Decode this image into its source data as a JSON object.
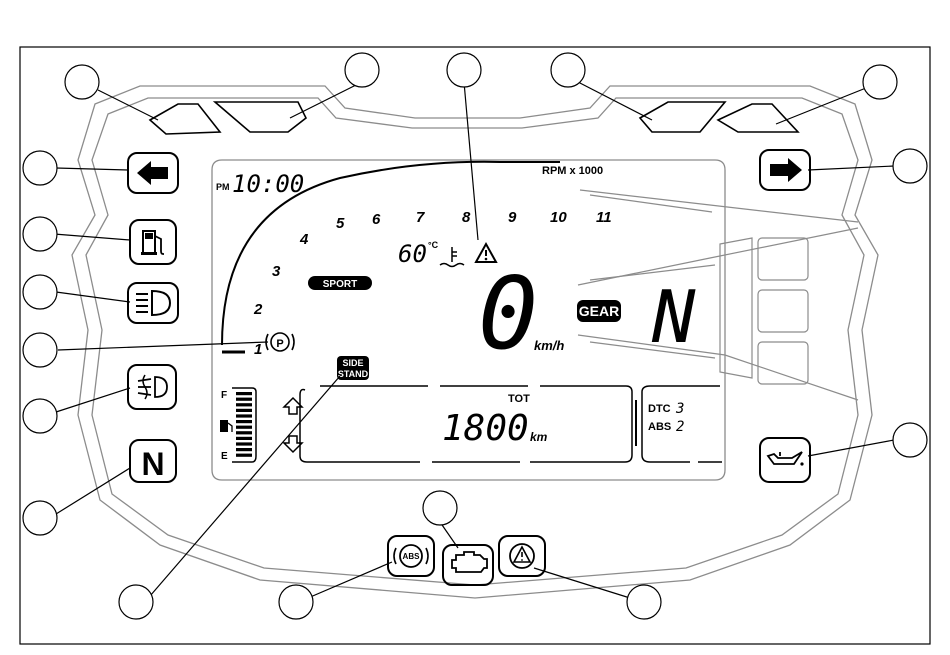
{
  "display": {
    "clock_prefix": "PM",
    "clock_time": "10:00",
    "rpm_scale_label": "RPM x 1000",
    "rpm_ticks": [
      "1",
      "2",
      "3",
      "4",
      "5",
      "6",
      "7",
      "8",
      "9",
      "10",
      "11"
    ],
    "mode": "SPORT",
    "coolant_temp": "60",
    "coolant_unit": "°C",
    "speed": "0",
    "speed_unit": "km/h",
    "gear_label": "GEAR",
    "gear_value": "N",
    "side_stand_line1": "SIDE",
    "side_stand_line2": "STAND",
    "fuel_full": "F",
    "fuel_empty": "E",
    "odometer_label": "TOT",
    "odometer_value": "1800",
    "odometer_unit": "km",
    "dtc_label": "DTC",
    "dtc_value": "3",
    "abs_label": "ABS",
    "abs_value": "2",
    "abs_lamp_text": "ABS",
    "parking_brake_text": "P",
    "neutral_lamp_text": "N"
  },
  "icons": [
    "left-indicator-icon",
    "fuel-pump-icon",
    "high-beam-icon",
    "fog-light-icon",
    "neutral-icon",
    "right-indicator-icon",
    "oil-pressure-icon",
    "abs-warning-icon",
    "engine-check-icon",
    "general-warning-icon",
    "parking-brake-icon",
    "coolant-temp-icon",
    "warning-triangle-icon",
    "side-stand-icon",
    "up-arrow-icon",
    "down-arrow-icon"
  ],
  "colors": {
    "line": "#000000",
    "outline": "#8c8c8c",
    "background": "#ffffff"
  }
}
